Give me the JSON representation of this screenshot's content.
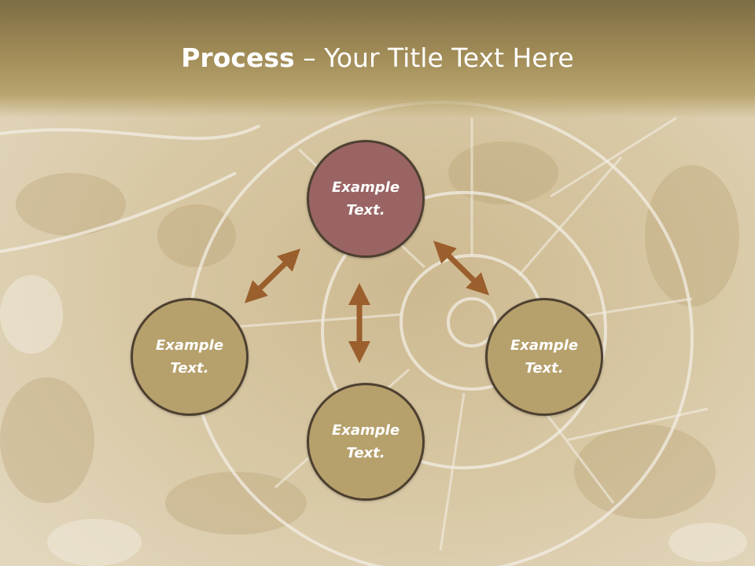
{
  "title": {
    "bold": "Process",
    "rest": " – Your Title Text Here"
  },
  "nodes": {
    "top": {
      "line1": "Example",
      "line2": "Text."
    },
    "left": {
      "line1": "Example",
      "line2": "Text."
    },
    "bottom": {
      "line1": "Example",
      "line2": "Text."
    },
    "right": {
      "line1": "Example",
      "line2": "Text."
    }
  },
  "colors": {
    "title_bar": "#a08b57",
    "node_top": "#9a6464",
    "node_other": "#b6a06c",
    "node_border": "#4d4030",
    "arrow": "#9a5f2d",
    "background": "#d9ccae"
  },
  "background_image": "ammonite-fossil-spiral"
}
